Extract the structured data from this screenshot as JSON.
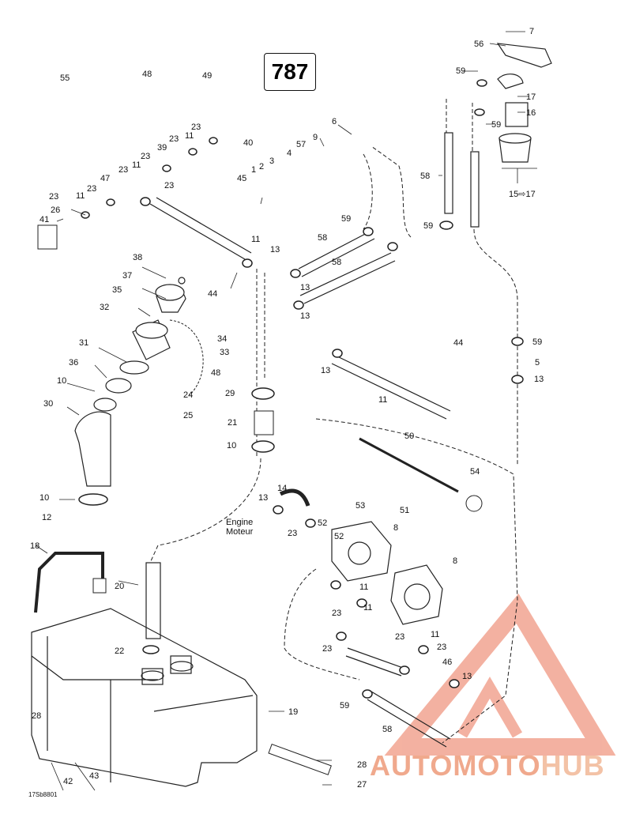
{
  "diagram": {
    "page_number": "787",
    "figure_code": "17Sb8801",
    "engine_label_line1": "Engine",
    "engine_label_line2": "Moteur",
    "ref_range": "15⇨17",
    "callouts": [
      {
        "id": "c7",
        "text": "7"
      },
      {
        "id": "c56",
        "text": "56"
      },
      {
        "id": "c59a",
        "text": "59"
      },
      {
        "id": "c17",
        "text": "17"
      },
      {
        "id": "c16",
        "text": "16"
      },
      {
        "id": "c59b",
        "text": "59"
      },
      {
        "id": "c55",
        "text": "55"
      },
      {
        "id": "c48a",
        "text": "48"
      },
      {
        "id": "c49",
        "text": "49"
      },
      {
        "id": "c23a",
        "text": "23"
      },
      {
        "id": "c11a",
        "text": "11"
      },
      {
        "id": "c6",
        "text": "6"
      },
      {
        "id": "c9",
        "text": "9"
      },
      {
        "id": "c57",
        "text": "57"
      },
      {
        "id": "c4",
        "text": "4"
      },
      {
        "id": "c40",
        "text": "40"
      },
      {
        "id": "c23b",
        "text": "23"
      },
      {
        "id": "c39",
        "text": "39"
      },
      {
        "id": "c23c",
        "text": "23"
      },
      {
        "id": "c3",
        "text": "3"
      },
      {
        "id": "c2",
        "text": "2"
      },
      {
        "id": "c1",
        "text": "1"
      },
      {
        "id": "c45",
        "text": "45"
      },
      {
        "id": "c23d",
        "text": "23"
      },
      {
        "id": "c11b",
        "text": "11"
      },
      {
        "id": "c47",
        "text": "47"
      },
      {
        "id": "c23e",
        "text": "23"
      },
      {
        "id": "c58a",
        "text": "58"
      },
      {
        "id": "c23f",
        "text": "23"
      },
      {
        "id": "c11c",
        "text": "11"
      },
      {
        "id": "c23g",
        "text": "23"
      },
      {
        "id": "c26",
        "text": "26"
      },
      {
        "id": "c41",
        "text": "41"
      },
      {
        "id": "c59c",
        "text": "59"
      },
      {
        "id": "c59d",
        "text": "59"
      },
      {
        "id": "c58b",
        "text": "58"
      },
      {
        "id": "c11d",
        "text": "11"
      },
      {
        "id": "c13a",
        "text": "13"
      },
      {
        "id": "c58c",
        "text": "58"
      },
      {
        "id": "c38",
        "text": "38"
      },
      {
        "id": "c37",
        "text": "37"
      },
      {
        "id": "c35",
        "text": "35"
      },
      {
        "id": "c13b",
        "text": "13"
      },
      {
        "id": "c44a",
        "text": "44"
      },
      {
        "id": "c13c",
        "text": "13"
      },
      {
        "id": "c32",
        "text": "32"
      },
      {
        "id": "c59e",
        "text": "59"
      },
      {
        "id": "c34",
        "text": "34"
      },
      {
        "id": "c33",
        "text": "33"
      },
      {
        "id": "c44b",
        "text": "44"
      },
      {
        "id": "c31",
        "text": "31"
      },
      {
        "id": "c5",
        "text": "5"
      },
      {
        "id": "c13d",
        "text": "13"
      },
      {
        "id": "c36",
        "text": "36"
      },
      {
        "id": "c48b",
        "text": "48"
      },
      {
        "id": "c13e",
        "text": "13"
      },
      {
        "id": "c10a",
        "text": "10"
      },
      {
        "id": "c29",
        "text": "29"
      },
      {
        "id": "c24",
        "text": "24"
      },
      {
        "id": "c11e",
        "text": "11"
      },
      {
        "id": "c30",
        "text": "30"
      },
      {
        "id": "c25",
        "text": "25"
      },
      {
        "id": "c21",
        "text": "21"
      },
      {
        "id": "c50",
        "text": "50"
      },
      {
        "id": "c10b",
        "text": "10"
      },
      {
        "id": "c54",
        "text": "54"
      },
      {
        "id": "c14",
        "text": "14"
      },
      {
        "id": "c10c",
        "text": "10"
      },
      {
        "id": "c13f",
        "text": "13"
      },
      {
        "id": "c53",
        "text": "53"
      },
      {
        "id": "c51",
        "text": "51"
      },
      {
        "id": "c12",
        "text": "12"
      },
      {
        "id": "c52a",
        "text": "52"
      },
      {
        "id": "c8a",
        "text": "8"
      },
      {
        "id": "c23h",
        "text": "23"
      },
      {
        "id": "c52b",
        "text": "52"
      },
      {
        "id": "c18",
        "text": "18"
      },
      {
        "id": "c8b",
        "text": "8"
      },
      {
        "id": "c20",
        "text": "20"
      },
      {
        "id": "c11f",
        "text": "11"
      },
      {
        "id": "c23i",
        "text": "23"
      },
      {
        "id": "c11g",
        "text": "11"
      },
      {
        "id": "c23j",
        "text": "23"
      },
      {
        "id": "c22",
        "text": "22"
      },
      {
        "id": "c23k",
        "text": "23"
      },
      {
        "id": "c46",
        "text": "46"
      },
      {
        "id": "c11h",
        "text": "11"
      },
      {
        "id": "c13g",
        "text": "13"
      },
      {
        "id": "c23l",
        "text": "23"
      },
      {
        "id": "c59f",
        "text": "59"
      },
      {
        "id": "c19",
        "text": "19"
      },
      {
        "id": "c28a",
        "text": "28"
      },
      {
        "id": "c58d",
        "text": "58"
      },
      {
        "id": "c28b",
        "text": "28"
      },
      {
        "id": "c43",
        "text": "43"
      },
      {
        "id": "c42",
        "text": "42"
      },
      {
        "id": "c27",
        "text": "27"
      }
    ]
  },
  "watermark": {
    "part1": "AUTOMOTO",
    "part2": "HUB",
    "color_primary": "#f0a98d",
    "color_secondary": "#f3c2a6"
  }
}
